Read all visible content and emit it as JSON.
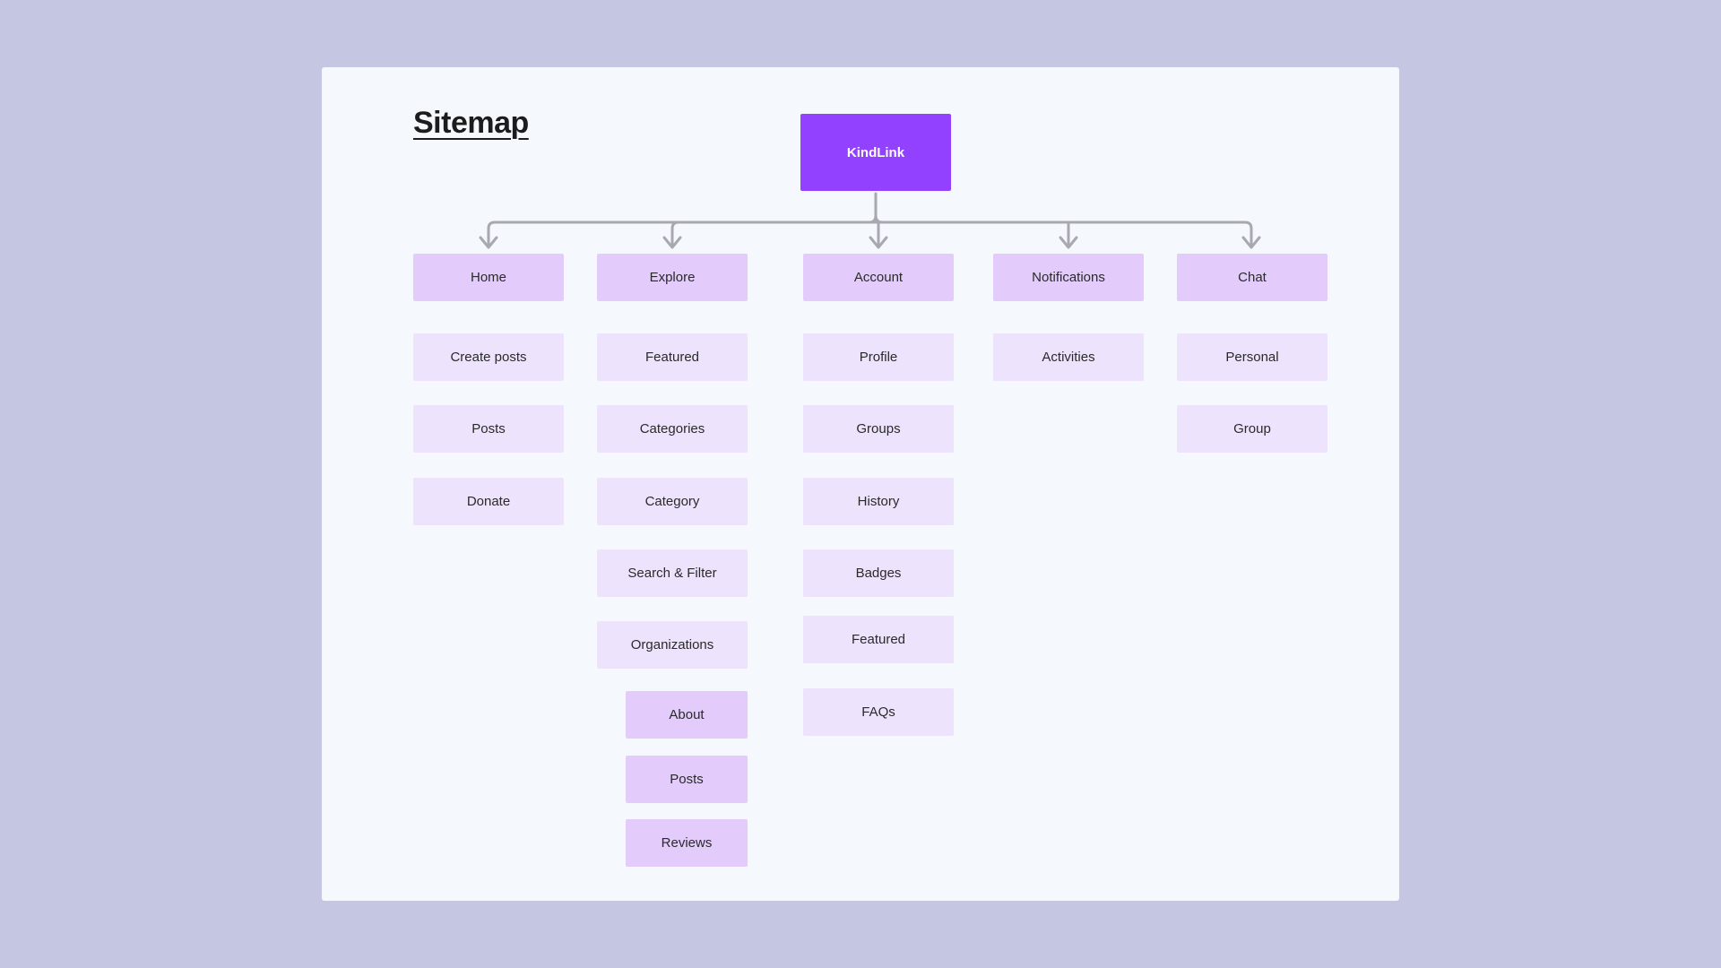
{
  "diagram": {
    "title": "Sitemap",
    "root": "KindLink",
    "sections": [
      {
        "label": "Home",
        "pages": [
          "Create posts",
          "Posts",
          "Donate"
        ]
      },
      {
        "label": "Explore",
        "pages": [
          "Featured",
          "Categories",
          "Category",
          "Search & Filter",
          "Organizations"
        ],
        "subpages": [
          "About",
          "Posts",
          "Reviews"
        ]
      },
      {
        "label": "Account",
        "pages": [
          "Profile",
          "Groups",
          "History",
          "Badges",
          "Featured",
          "FAQs"
        ]
      },
      {
        "label": "Notifications",
        "pages": [
          "Activities"
        ]
      },
      {
        "label": "Chat",
        "pages": [
          "Personal",
          "Group"
        ]
      }
    ]
  },
  "colors": {
    "background": "#c5c6e2",
    "canvas": "#f5f9fe",
    "root": "#9242ff",
    "section": "#e3ccfb",
    "page": "#ede3fc",
    "connector": "#a8a8b0"
  }
}
